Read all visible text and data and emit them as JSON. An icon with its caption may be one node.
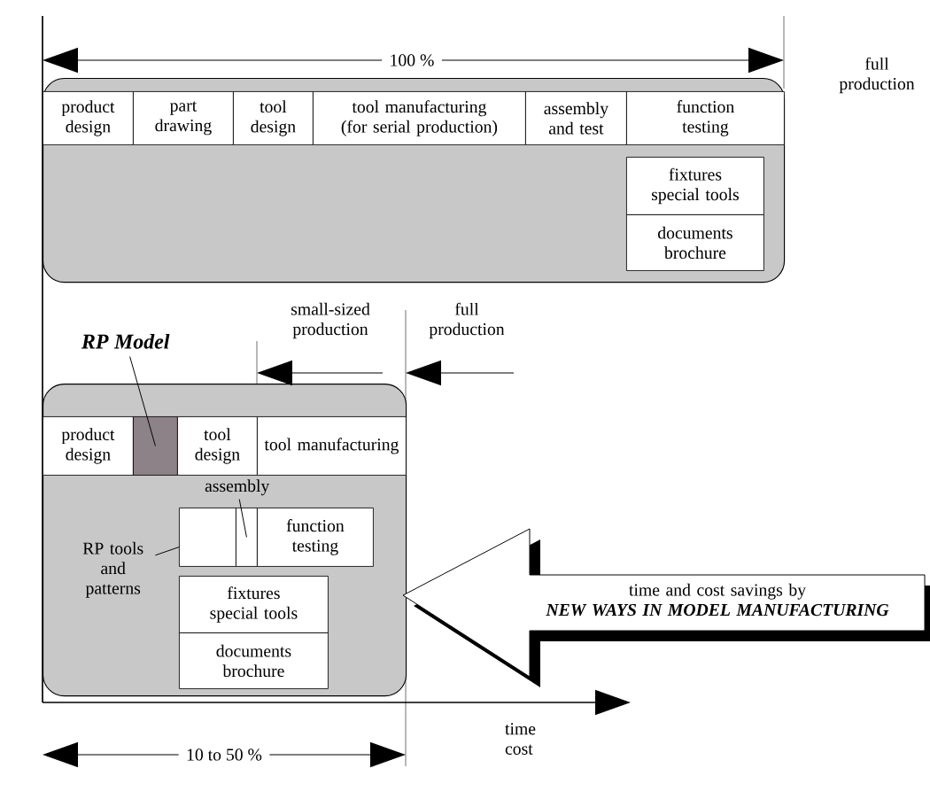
{
  "diagram": {
    "nodes": [
      {
        "text": [],
        "shape": "box"
      },
      {
        "text": [
          "product design"
        ],
        "in": 0
      },
      {
        "text": [
          "part drawing"
        ],
        "in": 0
      },
      {
        "text": [
          "tool design"
        ],
        "in": 0
      },
      {
        "text": [
          "tool manufacturing (for serial production)"
        ],
        "in": 0
      },
      {
        "text": [
          "assembly and test"
        ],
        "in": 0
      },
      {
        "text": [
          "function testing"
        ],
        "in": 0
      },
      {
        "text": [
          "fixtures special tools"
        ],
        "in": 0
      },
      {
        "text": [
          "documents brochure"
        ],
        "in": 0
      },
      {
        "text": [],
        "shape": "box"
      },
      {
        "text": [
          "product design"
        ],
        "in": 9
      },
      {
        "text": [],
        "shape": "box",
        "in": 9
      },
      {
        "text": [
          "tool design"
        ],
        "in": 9
      },
      {
        "text": [
          "tool manufacturing"
        ],
        "in": 9
      },
      {
        "text": [],
        "shape": "box",
        "in": 9
      },
      {
        "text": [],
        "shape": "box",
        "in": 9
      },
      {
        "text": [
          "function testing"
        ],
        "in": 9
      },
      {
        "text": [
          "fixtures special tools"
        ],
        "in": 9
      },
      {
        "text": [
          "documents brochure"
        ],
        "in": 9
      },
      {
        "text": [
          "RP Model"
        ]
      },
      {
        "text": [
          "RP tools and patterns"
        ],
        "in": 9
      },
      {
        "text": [
          "assembly"
        ],
        "in": 9
      },
      {
        "text": [
          "time and cost savings by",
          "NEW WAYS IN MODEL MANUFACTURING"
        ]
      }
    ],
    "edges": [
      {
        "from": 19,
        "to": 11,
        "arrow": "none"
      },
      {
        "from": 20,
        "to": 14,
        "arrow": "none"
      },
      {
        "from": 21,
        "to": 15,
        "arrow": "none"
      }
    ],
    "labels": [
      "100 %",
      "full production",
      "small-sized production",
      "full production",
      "time cost",
      "10 to 50 %"
    ]
  }
}
